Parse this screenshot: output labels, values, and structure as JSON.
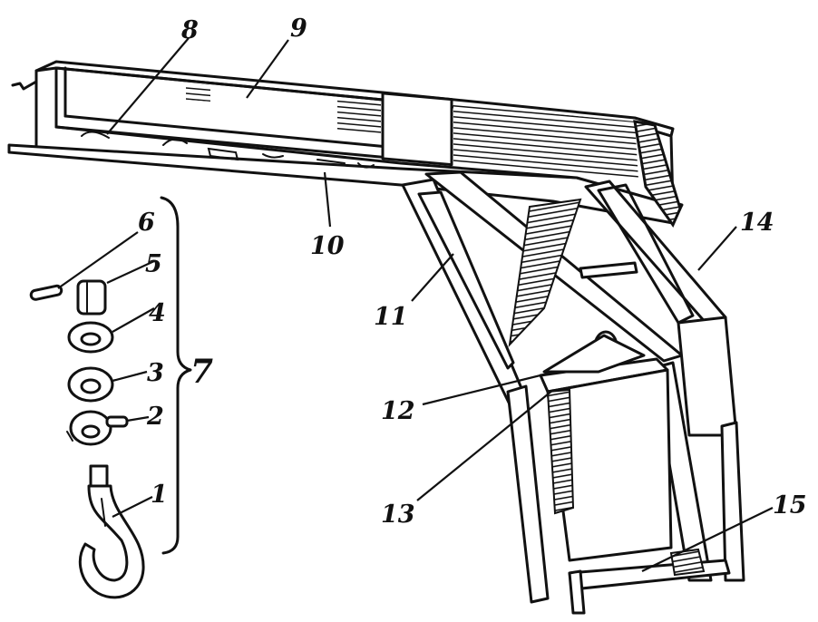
{
  "labels": {
    "l1": "1",
    "l2": "2",
    "l3": "3",
    "l4": "4",
    "l5": "5",
    "l6": "6",
    "l7": "7",
    "l8": "8",
    "l9": "9",
    "l10": "10",
    "l11": "11",
    "l12": "12",
    "l13": "13",
    "l14": "14",
    "l15": "15"
  }
}
